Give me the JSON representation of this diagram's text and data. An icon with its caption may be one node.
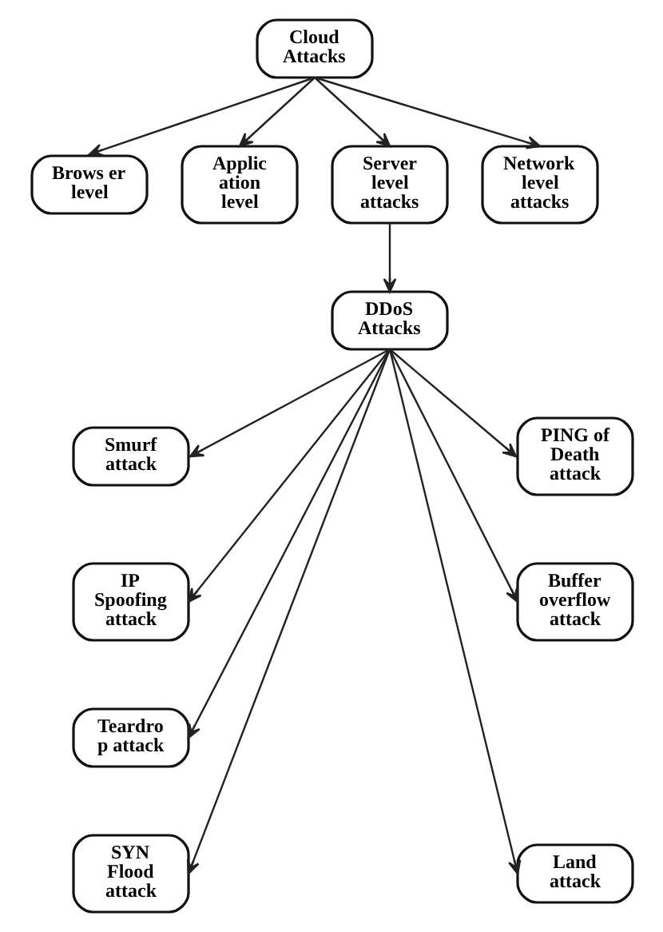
{
  "diagram": {
    "nodes": [
      {
        "text": [
          "Cloud Attacks"
        ]
      },
      {
        "text": [
          "Brows er level"
        ]
      },
      {
        "text": [
          "Applic ation level"
        ]
      },
      {
        "text": [
          "Server level attacks"
        ]
      },
      {
        "text": [
          "Network level attacks"
        ]
      },
      {
        "text": [
          "DDoS Attacks"
        ]
      },
      {
        "text": [
          "Smurf attack"
        ]
      },
      {
        "text": [
          "PING of Death attack"
        ]
      },
      {
        "text": [
          "IP Spoofing attack"
        ]
      },
      {
        "text": [
          "Buffer overflow attack"
        ]
      },
      {
        "text": [
          "Teardro p attack"
        ]
      },
      {
        "text": [
          "Land attack"
        ]
      },
      {
        "text": [
          "SYN Flood attack"
        ]
      }
    ],
    "edges": [
      {
        "from": 0,
        "to": 1,
        "arrow": "to"
      },
      {
        "from": 0,
        "to": 2,
        "arrow": "to"
      },
      {
        "from": 0,
        "to": 3,
        "arrow": "to"
      },
      {
        "from": 0,
        "to": 4,
        "arrow": "to"
      },
      {
        "from": 3,
        "to": 5,
        "arrow": "to"
      },
      {
        "from": 5,
        "to": 6,
        "arrow": "to"
      },
      {
        "from": 5,
        "to": 7,
        "arrow": "to"
      },
      {
        "from": 5,
        "to": 8,
        "arrow": "to"
      },
      {
        "from": 5,
        "to": 9,
        "arrow": "to"
      },
      {
        "from": 5,
        "to": 10,
        "arrow": "to"
      },
      {
        "from": 5,
        "to": 11,
        "arrow": "to"
      },
      {
        "from": 5,
        "to": 12,
        "arrow": "to"
      }
    ]
  }
}
